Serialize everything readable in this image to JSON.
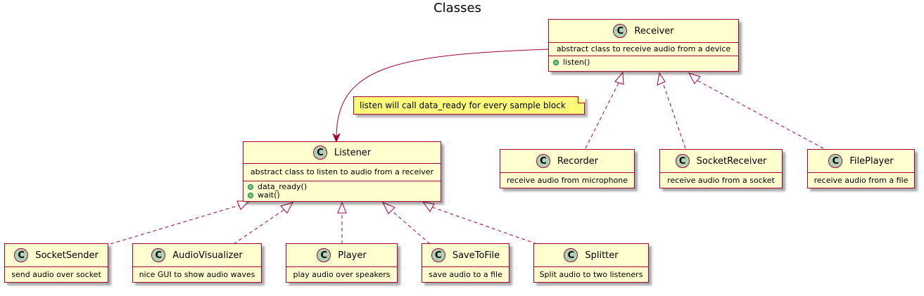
{
  "title": "Classes",
  "classes": {
    "receiver": {
      "name": "Receiver",
      "badge": "C",
      "desc": "abstract class to receive audio from a device",
      "methods": [
        "listen()"
      ]
    },
    "listener": {
      "name": "Listener",
      "badge": "C",
      "desc": "abstract class to listen to audio from a receiver",
      "methods": [
        "data_ready()",
        "wait()"
      ]
    },
    "recorder": {
      "name": "Recorder",
      "badge": "C",
      "desc": "receive audio from microphone"
    },
    "socket_receiver": {
      "name": "SocketReceiver",
      "badge": "C",
      "desc": "receive audio from a socket"
    },
    "file_player": {
      "name": "FilePlayer",
      "badge": "C",
      "desc": "receive audio from a file"
    },
    "socket_sender": {
      "name": "SocketSender",
      "badge": "C",
      "desc": "send audio over socket"
    },
    "audio_visualizer": {
      "name": "AudioVisualizer",
      "badge": "C",
      "desc": "nice GUI to show audio waves"
    },
    "player": {
      "name": "Player",
      "badge": "C",
      "desc": "play audio over speakers"
    },
    "save_to_file": {
      "name": "SaveToFile",
      "badge": "C",
      "desc": "save audio to a file"
    },
    "splitter": {
      "name": "Splitter",
      "badge": "C",
      "desc": "Split audio to two listeners"
    }
  },
  "note": "listen will call data_ready for every sample block",
  "colors": {
    "class_fill": "#FEFECE",
    "border": "#A80036",
    "badge": "#ADD1B2",
    "note_fill": "#FBFB77"
  }
}
